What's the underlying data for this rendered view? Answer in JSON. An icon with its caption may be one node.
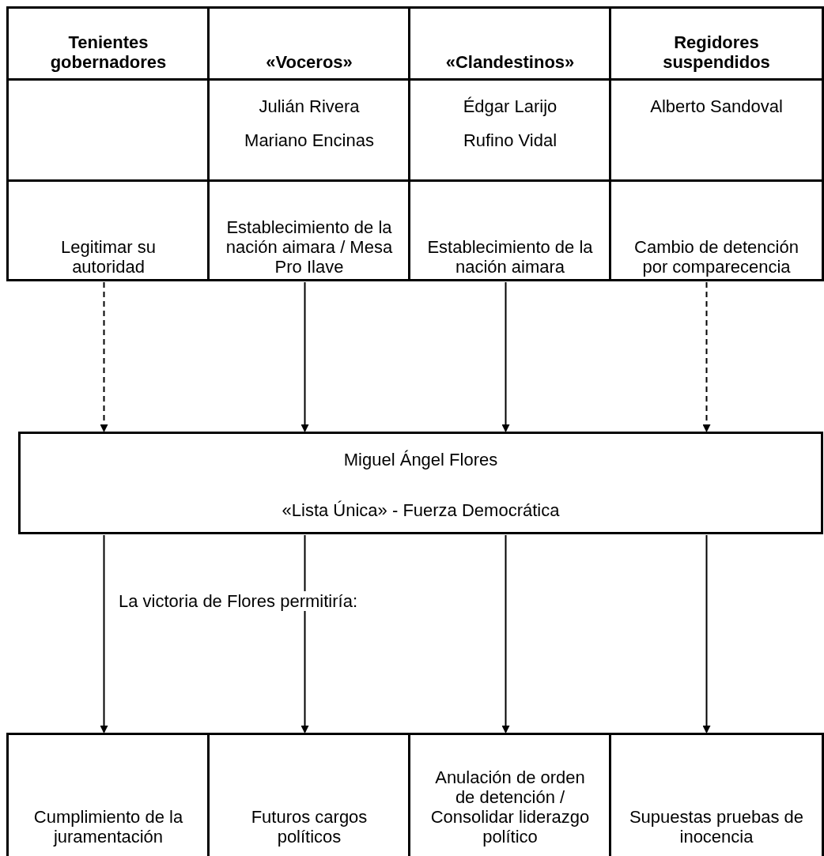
{
  "diagram": {
    "nodes": [
      {
        "text": [
          "Tenientes gobernadores",
          "Legitimar su autoridad"
        ]
      },
      {
        "text": [
          "«Voceros»",
          "Julián Rivera",
          "Mariano Encinas",
          "Establecimiento de la nación aimara / Mesa Pro Ilave"
        ]
      },
      {
        "text": [
          "«Clandestinos»",
          "Édgar Larijo",
          "Rufino Vidal",
          "Establecimiento de la nación aimara"
        ]
      },
      {
        "text": [
          "Regidores suspendidos",
          "Alberto Sandoval",
          "Cambio de detención por comparecencia"
        ]
      },
      {
        "text": [
          "Miguel Ángel Flores",
          "«Lista Única» - Fuerza Democrática"
        ]
      },
      {
        "text": [
          "Cumplimiento de la juramentación"
        ]
      },
      {
        "text": [
          "Futuros cargos políticos"
        ]
      },
      {
        "text": [
          "Anulación de orden de detención / Consolidar liderazgo político"
        ]
      },
      {
        "text": [
          "Supuestas pruebas de inocencia"
        ]
      }
    ],
    "edges": [
      {
        "from": 0,
        "to": 4,
        "arrow": "to",
        "style": "dashed"
      },
      {
        "from": 1,
        "to": 4,
        "arrow": "to"
      },
      {
        "from": 2,
        "to": 4,
        "arrow": "to"
      },
      {
        "from": 3,
        "to": 4,
        "arrow": "to",
        "style": "dashed"
      },
      {
        "from": 4,
        "to": 5,
        "arrow": "to"
      },
      {
        "from": 4,
        "to": 6,
        "arrow": "to"
      },
      {
        "from": 4,
        "to": 7,
        "arrow": "to"
      },
      {
        "from": 4,
        "to": 8,
        "arrow": "to"
      }
    ],
    "labels": [
      "La victoria de Flores permitiría:"
    ]
  }
}
